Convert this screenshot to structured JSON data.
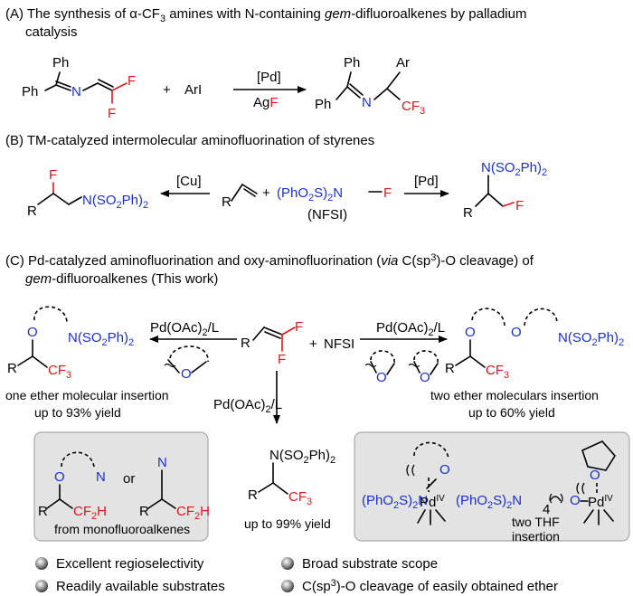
{
  "headers": {
    "a_1": "(A) The synthesis of α-CF",
    "a_1_sub": "3",
    "a_1_tail": " amines with N-containing ",
    "a_1_ital": "gem",
    "a_1_end": "-difluoroalkenes by palladium",
    "a_2": "catalysis",
    "b": "(B) TM-catalyzed intermolecular aminofluorination of styrenes",
    "c_1_a": "(C) Pd-catalyzed aminofluorination and oxy-aminofluorination (",
    "c_1_via": "via",
    "c_1_b": " C(sp",
    "c_1_sup": "3",
    "c_1_c": ")-O cleavage) of",
    "c_2_ital": "gem",
    "c_2": "-difluoroalkenes (This work)"
  },
  "scheme_a": {
    "ph": "Ph",
    "n": "N",
    "f": "F",
    "plus": "+",
    "reagent": "ArI",
    "catalyst": "[Pd]",
    "additive_ag": "Ag",
    "additive_f": "F",
    "ar": "Ar",
    "cf3": "CF",
    "cf3_sub": "3"
  },
  "scheme_b": {
    "cu": "[Cu]",
    "pd": "[Pd]",
    "f": "F",
    "r": "R",
    "nso2ph2": "N(SO",
    "nso2ph2_sub": "2",
    "nso2ph2_end": "Ph)",
    "nso2ph2_sub2": "2",
    "plus": "+",
    "nfsi_formula_a": "(PhO",
    "nfsi_formula_sub": "2",
    "nfsi_formula_b": "S)",
    "nfsi_formula_sub2": "2",
    "nfsi_formula_c": "N",
    "nfsi_name": "(NFSI)"
  },
  "scheme_c": {
    "pd_l": "Pd(OAc)",
    "pd_l_sub": "2",
    "pd_l_end": "/L",
    "nfsi": "NFSI",
    "plus": "+",
    "o": "O",
    "r": "R",
    "f": "F",
    "n": "N",
    "or": "or",
    "cf2h": "CF",
    "cf2h_sub": "2",
    "cf2h_h": "H",
    "one_ether": "one ether molecular insertion",
    "one_ether_yield": "up to 93% yield",
    "two_ether": "two ether moleculars insertion",
    "two_ether_yield": "up to 60% yield",
    "main_yield": "up to 99% yield",
    "from_mono": "from monofluoroalkenes",
    "pd_iv": "Pd",
    "pd_iv_sup": "IV",
    "n4": "4",
    "two_thf": "two THF",
    "insertion": "insertion"
  },
  "features": [
    "Excellent regioselectivity",
    "Broad substrate scope",
    "Readily available substrates",
    "C(sp",
    "3",
    ")-O cleavage of easily obtained ether"
  ],
  "colors": {
    "fluorine": "#e0161b",
    "nitrogen_blue": "#1a2fd6",
    "panel_gray": "#e3e3e3"
  }
}
